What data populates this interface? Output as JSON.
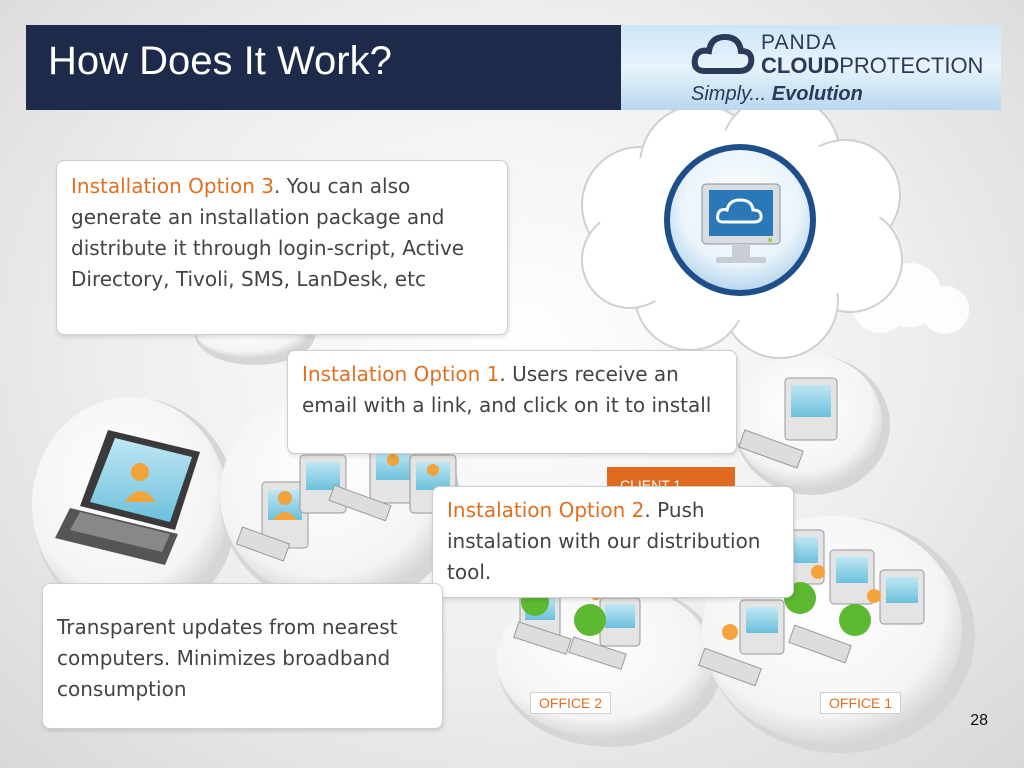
{
  "slide": {
    "title": "How Does It Work?",
    "page_number": "28"
  },
  "brand": {
    "line1": "PANDA",
    "line2_bold": "CLOUD",
    "line2_rest": "PROTECTION",
    "tagline_italic": "Simply...",
    "tagline_bold": "Evolution"
  },
  "callouts": {
    "option3": {
      "highlight": "Installation Option 3",
      "text": ". You can also generate an installation package and distribute it through login-script, Active Directory, Tivoli, SMS, LanDesk, etc"
    },
    "option1": {
      "highlight": "Instalation Option 1",
      "text": ". Users receive an email with a link, and click on it to install"
    },
    "option2": {
      "highlight": "Instalation Option 2",
      "text": ". Push instalation with our distribution tool."
    },
    "updates": {
      "text": "Transparent updates from nearest computers. Minimizes broadband consumption"
    }
  },
  "labels": {
    "client": "CLIENT 1",
    "office2": "OFFICE 2",
    "office1": "OFFICE 1"
  },
  "colors": {
    "header_bg": "#1e2a4a",
    "accent_orange": "#e07020",
    "cloud_blue": "#2a78b8"
  }
}
